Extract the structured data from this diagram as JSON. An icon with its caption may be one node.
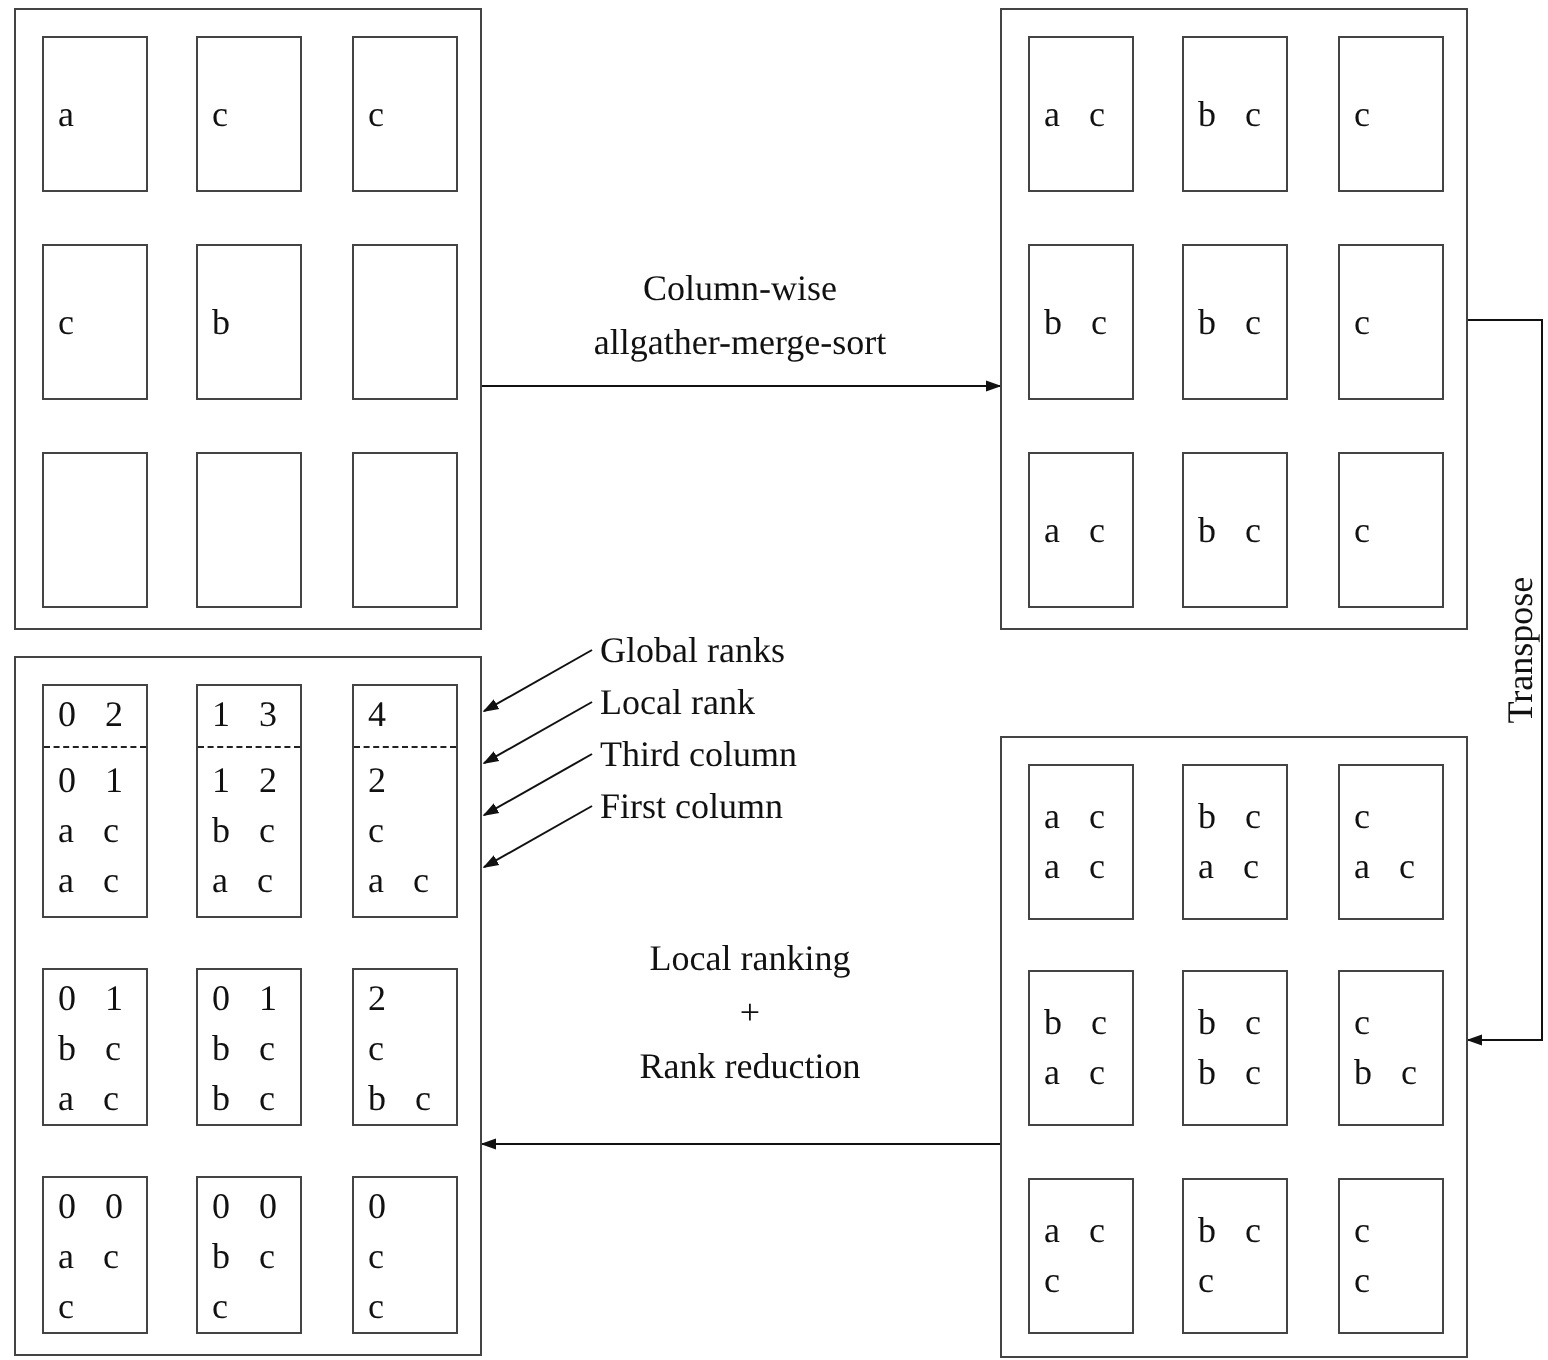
{
  "diagram": {
    "nodes": [
      {
        "text": [],
        "shape": "box"
      },
      {
        "text": [
          "a"
        ],
        "in": 0
      },
      {
        "text": [
          "c"
        ],
        "in": 0
      },
      {
        "text": [
          "c"
        ],
        "in": 0
      },
      {
        "text": [
          "c"
        ],
        "in": 0
      },
      {
        "text": [
          "b"
        ],
        "in": 0
      },
      {
        "text": [],
        "shape": "box",
        "in": 0
      },
      {
        "text": [],
        "shape": "box",
        "in": 0
      },
      {
        "text": [],
        "shape": "box",
        "in": 0
      },
      {
        "text": [],
        "shape": "box",
        "in": 0
      },
      {
        "text": [],
        "shape": "box"
      },
      {
        "text": [
          "a c"
        ],
        "in": 10
      },
      {
        "text": [
          "b c"
        ],
        "in": 10
      },
      {
        "text": [
          "c"
        ],
        "in": 10
      },
      {
        "text": [
          "b c"
        ],
        "in": 10
      },
      {
        "text": [
          "b c"
        ],
        "in": 10
      },
      {
        "text": [
          "c"
        ],
        "in": 10
      },
      {
        "text": [
          "a c"
        ],
        "in": 10
      },
      {
        "text": [
          "b c"
        ],
        "in": 10
      },
      {
        "text": [
          "c"
        ],
        "in": 10
      },
      {
        "text": [],
        "shape": "box"
      },
      {
        "text": [
          "0 2",
          "0 1",
          "a c",
          "a c"
        ],
        "in": 20
      },
      {
        "text": [
          "1 3",
          "1 2",
          "b c",
          "a c"
        ],
        "in": 20
      },
      {
        "text": [
          "4",
          "2",
          "c",
          "a c"
        ],
        "in": 20
      },
      {
        "text": [
          "0 1",
          "b c",
          "a c"
        ],
        "in": 20
      },
      {
        "text": [
          "0 1",
          "b c",
          "b c"
        ],
        "in": 20
      },
      {
        "text": [
          "2",
          "c",
          "b c"
        ],
        "in": 20
      },
      {
        "text": [
          "0 0",
          "a c",
          "c"
        ],
        "in": 20
      },
      {
        "text": [
          "0 0",
          "b c",
          "c"
        ],
        "in": 20
      },
      {
        "text": [
          "0",
          "c",
          "c"
        ],
        "in": 20
      },
      {
        "text": [],
        "shape": "box"
      },
      {
        "text": [
          "a c",
          "a c"
        ],
        "in": 30
      },
      {
        "text": [
          "b c",
          "a c"
        ],
        "in": 30
      },
      {
        "text": [
          "c",
          "a c"
        ],
        "in": 30
      },
      {
        "text": [
          "b c",
          "a c"
        ],
        "in": 30
      },
      {
        "text": [
          "b c",
          "b c"
        ],
        "in": 30
      },
      {
        "text": [
          "c",
          "b c"
        ],
        "in": 30
      },
      {
        "text": [
          "a c",
          "c"
        ],
        "in": 30
      },
      {
        "text": [
          "b c",
          "c"
        ],
        "in": 30
      },
      {
        "text": [
          "c",
          "c"
        ],
        "in": 30
      },
      {
        "text": [
          "Global ranks"
        ]
      },
      {
        "text": [
          "Local rank"
        ]
      },
      {
        "text": [
          "Third column"
        ]
      },
      {
        "text": [
          "First column"
        ]
      }
    ],
    "edges": [
      {
        "from": 0,
        "to": 10,
        "arrow": "to",
        "label": "Column-wise allgather-merge-sort"
      },
      {
        "from": 10,
        "to": 30,
        "arrow": "to",
        "label": "Transpose"
      },
      {
        "from": 30,
        "to": 20,
        "arrow": "to",
        "label": "Local ranking + Rank reduction"
      },
      {
        "from": 40,
        "to": 20,
        "arrow": "to"
      },
      {
        "from": 41,
        "to": 20,
        "arrow": "to"
      },
      {
        "from": 42,
        "to": 20,
        "arrow": "to"
      },
      {
        "from": 43,
        "to": 20,
        "arrow": "to"
      }
    ]
  }
}
